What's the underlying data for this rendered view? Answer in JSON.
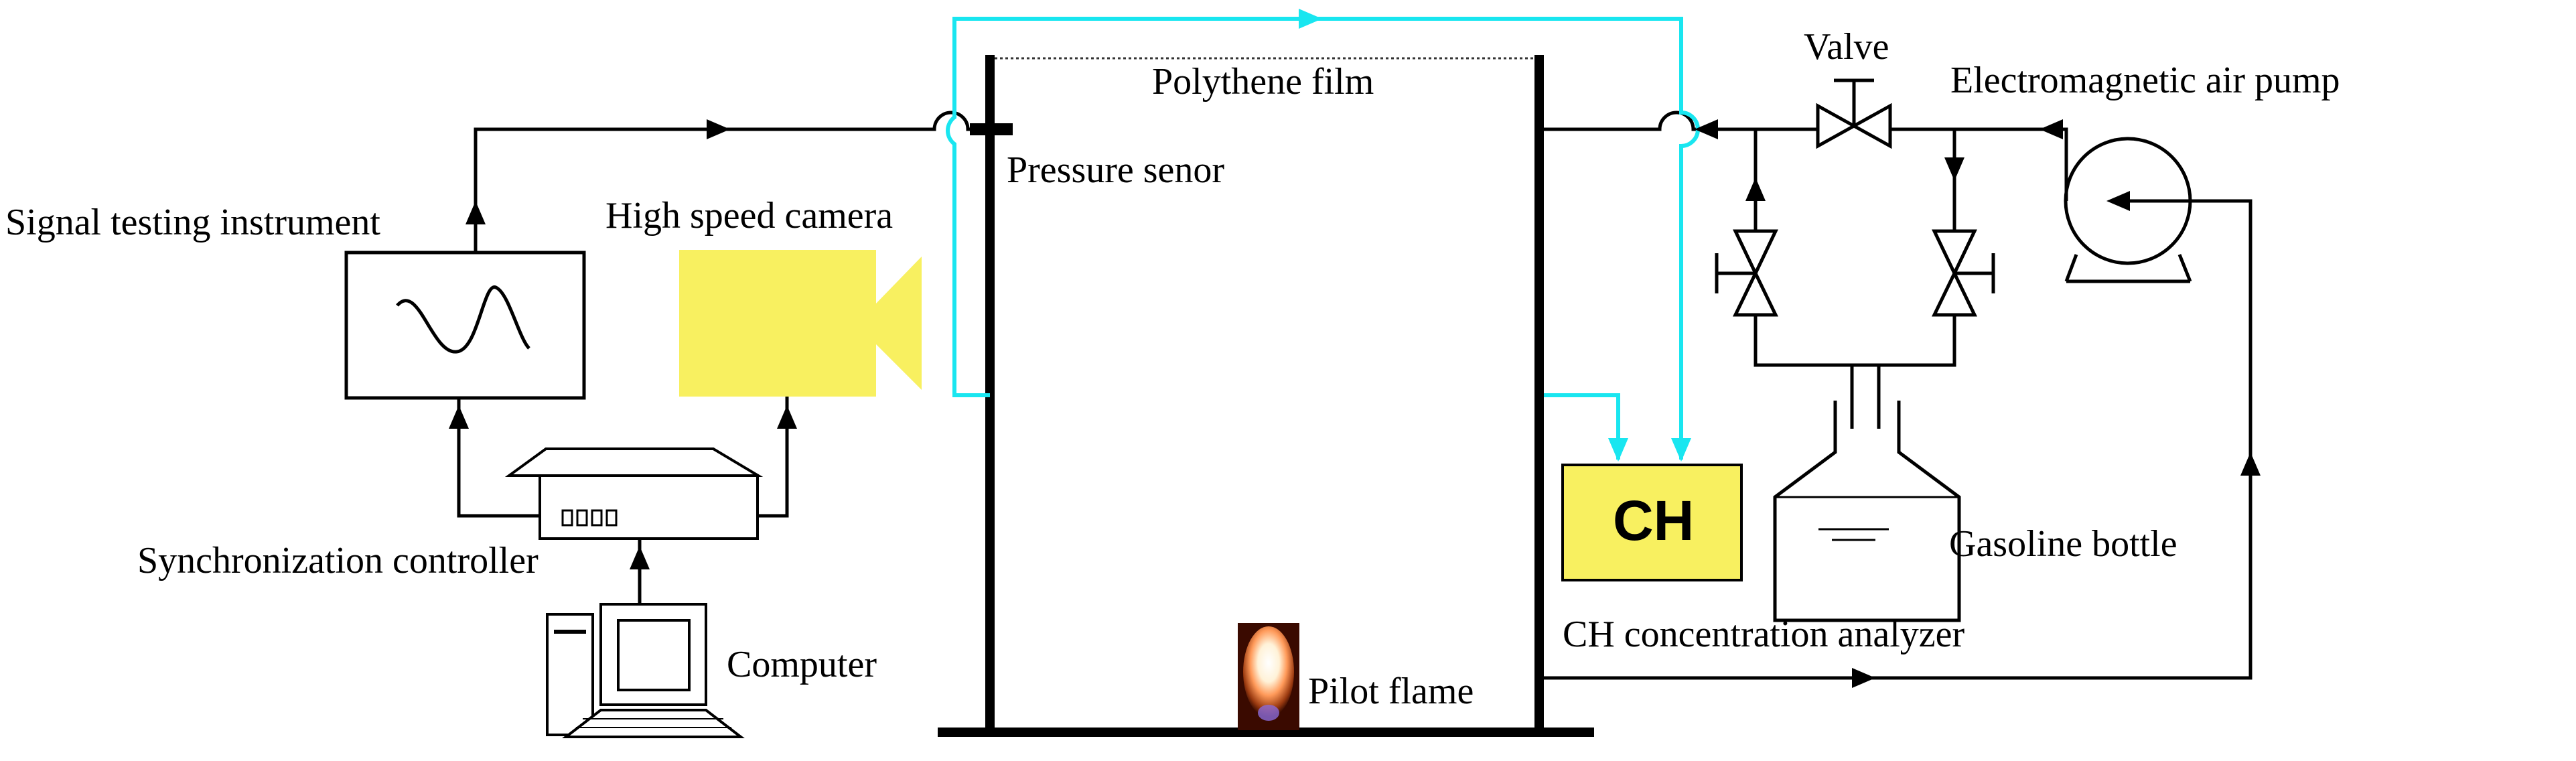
{
  "labels": {
    "signal_testing_instrument": "Signal testing instrument",
    "high_speed_camera": "High speed camera",
    "polythene_film": "Polythene film",
    "pressure_sensor": "Pressure senor",
    "valve": "Valve",
    "electromagnetic_air_pump": "Electromagnetic air pump",
    "synchronization_controller": "Synchronization controller",
    "computer": "Computer",
    "ch_box": "CH",
    "gasoline_bottle": "Gasoline bottle",
    "ch_analyzer": "CH concentration analyzer",
    "pilot_flame": "Pilot flame"
  },
  "colors": {
    "line": "#000000",
    "sample_line": "#19E6F0",
    "camera": "#F8F060",
    "analyzer": "#F8F060"
  }
}
